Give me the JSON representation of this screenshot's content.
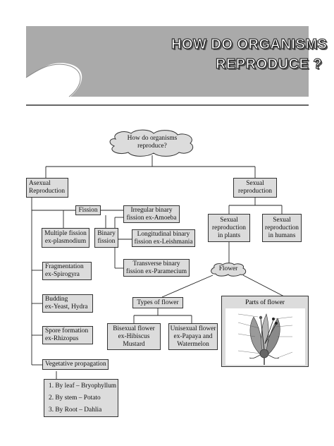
{
  "header": {
    "title_line1": "HOW DO ORGANISMS",
    "title_line2": "REPRODUCE ?"
  },
  "diagram": {
    "root": [
      "How do organisms",
      "reproduce?"
    ],
    "asexual": [
      "Asexual",
      "Reproduction"
    ],
    "sexual": [
      "Sexual",
      "reproduction"
    ],
    "fission": "Fission",
    "multiple_fission": [
      "Multiple fission",
      "ex-plasmodium"
    ],
    "binary_fission": [
      "Binary",
      "fission"
    ],
    "irregular_binary": [
      "Irregular binary",
      "fission ex-Amoeba"
    ],
    "longitudinal_binary": [
      "Longitudinal binary",
      "fission ex-Leishmania"
    ],
    "transverse_binary": [
      "Transverse binary",
      "fission ex-Paramecium"
    ],
    "fragmentation": [
      "Fragmentation",
      "ex-Spirogyra"
    ],
    "budding": [
      "Budding",
      "ex-Yeast, Hydra"
    ],
    "spore_formation": [
      "Spore formation",
      "ex-Rhizopus"
    ],
    "vegetative": "Vegetative propagation",
    "vegetative_items": [
      "1. By leaf – Bryophyllum",
      "2. By stem – Potato",
      "3. By Root – Dahlia"
    ],
    "sexual_plants": [
      "Sexual",
      "reproduction",
      "in plants"
    ],
    "sexual_humans": [
      "Sexual",
      "reproduction",
      "in humans"
    ],
    "flower": "Flower",
    "types_of_flower": "Types of flower",
    "bisexual": [
      "Bisexual flower",
      "ex-Hibiscus",
      "Mustard"
    ],
    "unisexual": [
      "Unisexual flower",
      "ex-Papaya and",
      "Watermelon"
    ],
    "parts_of_flower": "Parts of flower"
  }
}
